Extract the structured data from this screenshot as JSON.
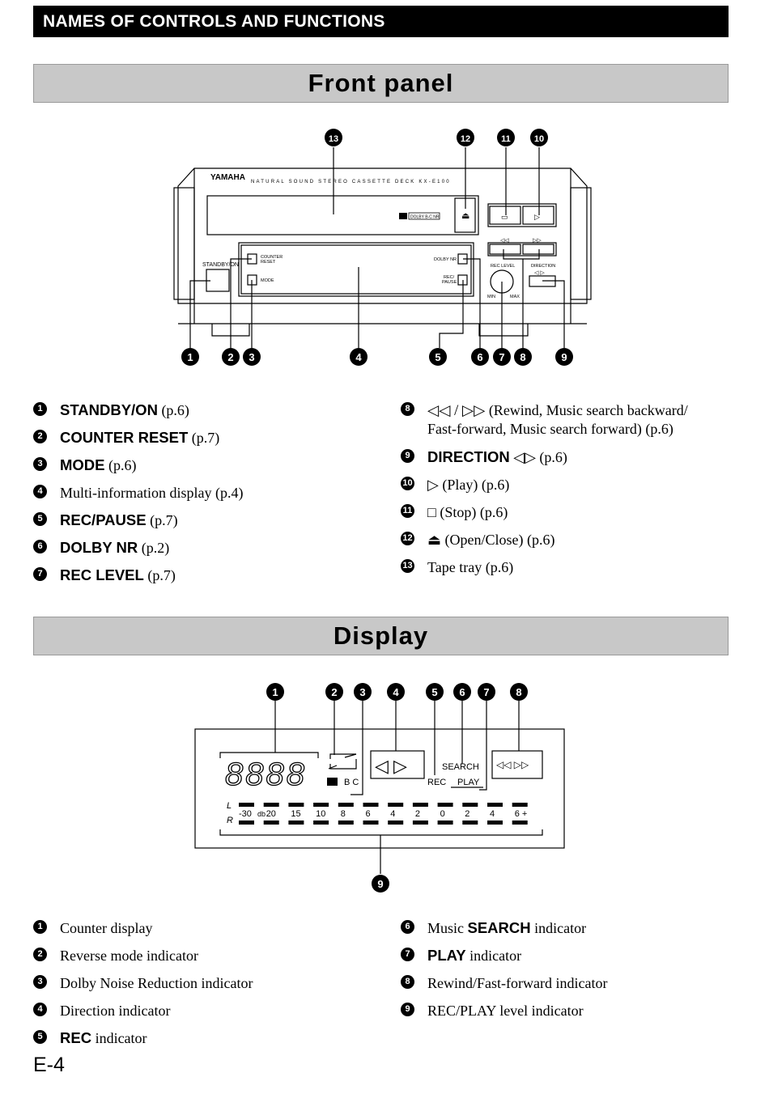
{
  "header": {
    "title": "NAMES OF CONTROLS AND FUNCTIONS"
  },
  "sections": {
    "front_panel": "Front panel",
    "display": "Display"
  },
  "front_diagram": {
    "brand": "YAMAHA",
    "model_text": "NATURAL SOUND STEREO CASSETTE DECK KX-E100",
    "dolby_badge": "DOLBY B-C NR",
    "standby_label": "STANDBY/ON",
    "counter_reset_label": "COUNTER RESET",
    "mode_label": "MODE",
    "dolby_nr_label": "DOLBY NR",
    "rec_pause_label": "REC/ PAUSE",
    "rec_level_label": "REC LEVEL",
    "direction_label": "DIRECTION",
    "min_label": "MIN",
    "max_label": "MAX",
    "callouts_top": [
      "13",
      "12",
      "11",
      "10"
    ],
    "callouts_bottom": [
      "1",
      "2",
      "3",
      "4",
      "5",
      "6",
      "7",
      "8",
      "9"
    ]
  },
  "front_items_left": [
    {
      "n": "1",
      "bold": "STANDBY/ON",
      "rest": " (p.6)"
    },
    {
      "n": "2",
      "bold": "COUNTER RESET",
      "rest": " (p.7)"
    },
    {
      "n": "3",
      "bold": "MODE",
      "rest": " (p.6)"
    },
    {
      "n": "4",
      "bold": "",
      "rest": "Multi-information display (p.4)"
    },
    {
      "n": "5",
      "bold": "REC/PAUSE",
      "rest": " (p.7)"
    },
    {
      "n": "6",
      "bold": "DOLBY NR",
      "rest": " (p.2)"
    },
    {
      "n": "7",
      "bold": "REC LEVEL",
      "rest": " (p.7)"
    }
  ],
  "front_items_right": [
    {
      "n": "8",
      "bold": "◁◁ / ▷▷",
      "rest": " (Rewind, Music search backward/",
      "line2": "Fast-forward, Music search forward) (p.6)"
    },
    {
      "n": "9",
      "bold": "DIRECTION",
      "rest": " ◁▷ (p.6)"
    },
    {
      "n": "10",
      "bold": "",
      "rest": "▷ (Play) (p.6)"
    },
    {
      "n": "11",
      "bold": "",
      "rest": "□ (Stop) (p.6)"
    },
    {
      "n": "12",
      "bold": "",
      "rest": "⏏ (Open/Close) (p.6)"
    },
    {
      "n": "13",
      "bold": "",
      "rest": "Tape tray (p.6)"
    }
  ],
  "display_diagram": {
    "counter_digits": "8888",
    "dolby_text": "B C",
    "search": "SEARCH",
    "rec": "REC",
    "play": "PLAY",
    "ch_l": "L",
    "ch_r": "R",
    "meter_labels": [
      "-30",
      "20",
      "15",
      "10",
      "8",
      "6",
      "4",
      "2",
      "0",
      "2",
      "4",
      "6 +"
    ],
    "db": "db",
    "callouts_top": [
      "1",
      "2",
      "3",
      "4",
      "5",
      "6",
      "7",
      "8"
    ],
    "callout_bottom": "9"
  },
  "display_items_left": [
    {
      "n": "1",
      "bold": "",
      "rest": "Counter display"
    },
    {
      "n": "2",
      "bold": "",
      "rest": "Reverse mode indicator"
    },
    {
      "n": "3",
      "bold": "",
      "rest": "Dolby Noise Reduction indicator"
    },
    {
      "n": "4",
      "bold": "",
      "rest": "Direction indicator"
    },
    {
      "n": "5",
      "bold": "REC",
      "rest": " indicator"
    }
  ],
  "display_items_right": [
    {
      "n": "6",
      "pre": "Music ",
      "bold": "SEARCH",
      "rest": " indicator"
    },
    {
      "n": "7",
      "bold": "PLAY",
      "rest": " indicator"
    },
    {
      "n": "8",
      "bold": "",
      "rest": "Rewind/Fast-forward indicator"
    },
    {
      "n": "9",
      "bold": "",
      "rest": "REC/PLAY level indicator"
    }
  ],
  "footer": {
    "page": "E-4"
  }
}
